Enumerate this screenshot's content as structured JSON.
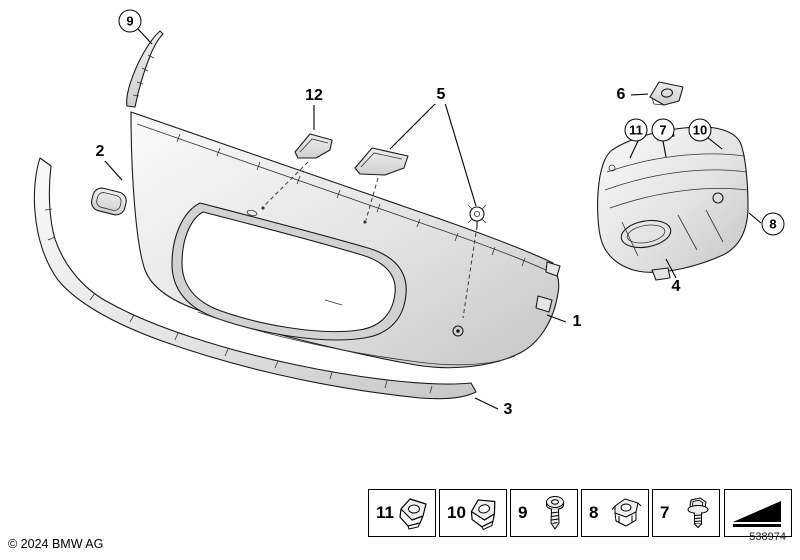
{
  "colors": {
    "background": "#ffffff",
    "line": "#1a1a1a",
    "part_fill_light": "#f5f5f5",
    "part_fill_dark": "#c9c9c9"
  },
  "callouts": {
    "c1": "1",
    "c2": "2",
    "c3": "3",
    "c4": "4",
    "c5": "5",
    "c6": "6",
    "c7": "7",
    "c8": "8",
    "c9": "9",
    "c10": "10",
    "c11": "11",
    "c12": "12"
  },
  "legend": {
    "items": [
      {
        "label": "11",
        "icon": "u-clip-nut-icon"
      },
      {
        "label": "10",
        "icon": "u-clip-nut-icon"
      },
      {
        "label": "9",
        "icon": "self-tapping-screw-icon"
      },
      {
        "label": "8",
        "icon": "clip-nut-icon"
      },
      {
        "label": "7",
        "icon": "hex-flange-bolt-icon"
      }
    ],
    "direction_symbol": "direction-of-travel-arrow-icon"
  },
  "footer": {
    "copyright": "© 2024 BMW AG",
    "diagram_number": "538974"
  }
}
